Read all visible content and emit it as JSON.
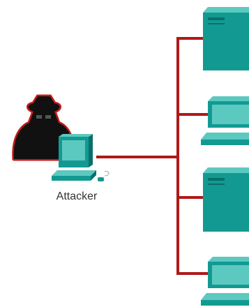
{
  "diagram": {
    "attacker_label": "Attacker",
    "colors": {
      "link": "#b01818",
      "device_front": "#129a92",
      "device_top": "#5cc9c0",
      "device_side": "#0a6f6a",
      "attacker_body": "#111111",
      "attacker_glow": "#c81a1a"
    },
    "nodes": [
      {
        "type": "attacker-workstation",
        "icon": "hacker-with-laptop-icon"
      },
      {
        "type": "server",
        "icon": "server-tower-icon"
      },
      {
        "type": "workstation",
        "icon": "desktop-computer-icon"
      },
      {
        "type": "server",
        "icon": "server-tower-icon"
      },
      {
        "type": "workstation",
        "icon": "desktop-computer-icon"
      }
    ]
  }
}
